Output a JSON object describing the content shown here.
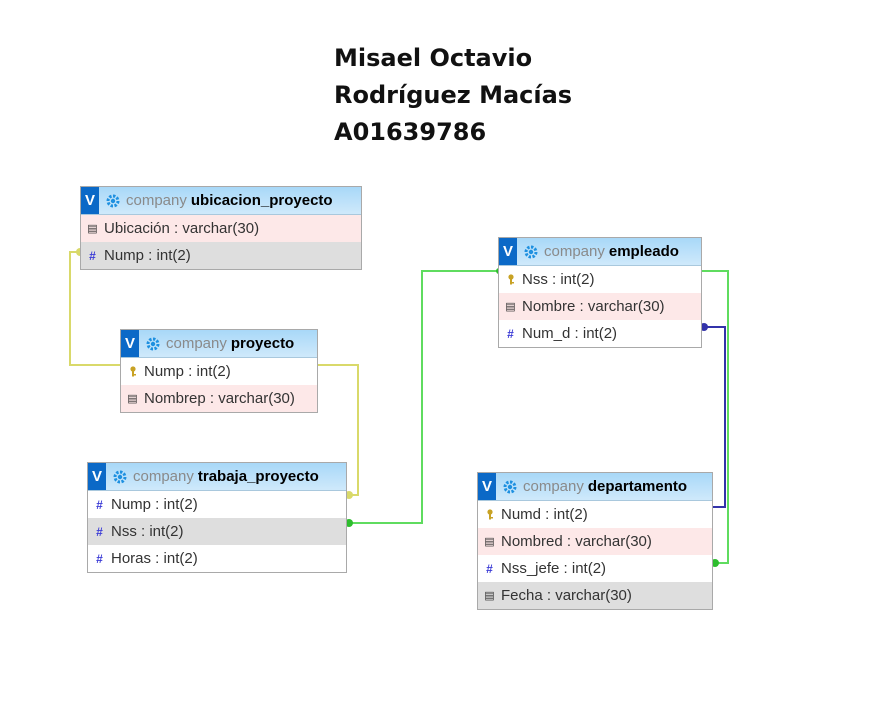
{
  "author": {
    "line1": "Misael Octavio",
    "line2": "Rodríguez Macías",
    "line3": "A01639786"
  },
  "tables": [
    {
      "db": "company",
      "name": "ubicacion_proyecto",
      "rows": [
        {
          "text": "Ubicación : varchar(30)",
          "icon": "text-column-icon"
        },
        {
          "text": "Nump : int(2)",
          "icon": "number-column-icon"
        }
      ]
    },
    {
      "db": "company",
      "name": "proyecto",
      "rows": [
        {
          "text": "Nump : int(2)",
          "icon": "key-icon"
        },
        {
          "text": "Nombrep : varchar(30)",
          "icon": "text-column-icon"
        }
      ]
    },
    {
      "db": "company",
      "name": "trabaja_proyecto",
      "rows": [
        {
          "text": "Nump : int(2)",
          "icon": "number-column-icon"
        },
        {
          "text": "Nss : int(2)",
          "icon": "number-column-icon"
        },
        {
          "text": "Horas : int(2)",
          "icon": "number-column-icon"
        }
      ]
    },
    {
      "db": "company",
      "name": "empleado",
      "rows": [
        {
          "text": "Nss : int(2)",
          "icon": "key-icon"
        },
        {
          "text": "Nombre : varchar(30)",
          "icon": "text-column-icon"
        },
        {
          "text": "Num_d : int(2)",
          "icon": "number-column-icon"
        }
      ]
    },
    {
      "db": "company",
      "name": "departamento",
      "rows": [
        {
          "text": "Numd : int(2)",
          "icon": "key-icon"
        },
        {
          "text": "Nombred : varchar(30)",
          "icon": "text-column-icon"
        },
        {
          "text": "Nss_jefe : int(2)",
          "icon": "number-column-icon"
        },
        {
          "text": "Fecha : varchar(30)",
          "icon": "text-column-icon"
        }
      ]
    }
  ],
  "toggle_label": "V",
  "colors": {
    "link_yellow": "#d9d96a",
    "link_green": "#5fdc5f",
    "link_blue": "#3333aa",
    "header_blue": "#0b69c7"
  }
}
